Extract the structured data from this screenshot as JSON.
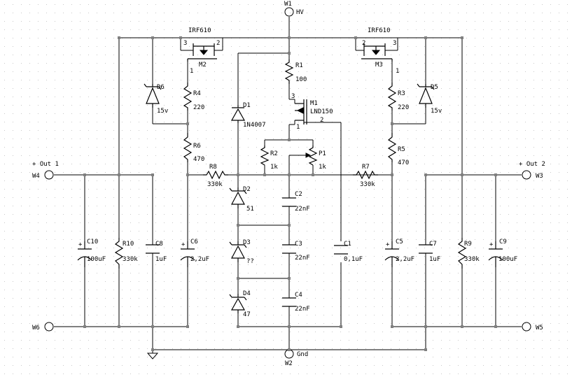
{
  "terminals": {
    "hv": {
      "id": "W1",
      "label": "HV"
    },
    "gnd": {
      "id": "W2",
      "label": "Gnd"
    },
    "out2": {
      "id": "W3",
      "label": "+ Out 2"
    },
    "out1": {
      "id": "W4",
      "label": "+ Out 1"
    },
    "ret2": {
      "id": "W5"
    },
    "ret1": {
      "id": "W6"
    }
  },
  "components": {
    "M2": {
      "ref": "M2",
      "type": "IRF610",
      "pin_g": "1",
      "pin_d": "2",
      "pin_s": "3"
    },
    "M3": {
      "ref": "M3",
      "type": "IRF610",
      "pin_g": "1",
      "pin_d": "2",
      "pin_s": "3"
    },
    "M1": {
      "ref": "M1",
      "type": "LND150",
      "pin_g": "1",
      "pin_s": "2",
      "pin_d": "3"
    },
    "R1": {
      "ref": "R1",
      "value": "100"
    },
    "R2": {
      "ref": "R2",
      "value": "1k"
    },
    "R3": {
      "ref": "R3",
      "value": "220"
    },
    "R4": {
      "ref": "R4",
      "value": "220"
    },
    "R5": {
      "ref": "R5",
      "value": "470"
    },
    "R6": {
      "ref": "R6",
      "value": "470"
    },
    "R7": {
      "ref": "R7",
      "value": "330k"
    },
    "R8": {
      "ref": "R8",
      "value": "330k"
    },
    "R9": {
      "ref": "R9",
      "value": "330k"
    },
    "R10": {
      "ref": "R10",
      "value": "330k"
    },
    "P1": {
      "ref": "P1",
      "value": "1k"
    },
    "D1": {
      "ref": "D1",
      "value": "1N4007"
    },
    "D2": {
      "ref": "D2",
      "value": "51"
    },
    "D3": {
      "ref": "D3",
      "value": "??"
    },
    "D4": {
      "ref": "D4",
      "value": "47"
    },
    "D5": {
      "ref": "D5",
      "value": "15v"
    },
    "D6": {
      "ref": "D6",
      "value": "15v"
    },
    "C1": {
      "ref": "C1",
      "value": "0,1uF"
    },
    "C2": {
      "ref": "C2",
      "value": "22nF"
    },
    "C3": {
      "ref": "C3",
      "value": "22nF"
    },
    "C4": {
      "ref": "C4",
      "value": "22nF"
    },
    "C5": {
      "ref": "C5",
      "value": "2,2uF"
    },
    "C6": {
      "ref": "C6",
      "value": "2,2uF"
    },
    "C7": {
      "ref": "C7",
      "value": "1uF"
    },
    "C8": {
      "ref": "C8",
      "value": "1uF"
    },
    "C9": {
      "ref": "C9",
      "value": "100uF"
    },
    "C10": {
      "ref": "C10",
      "value": "100uF"
    }
  }
}
